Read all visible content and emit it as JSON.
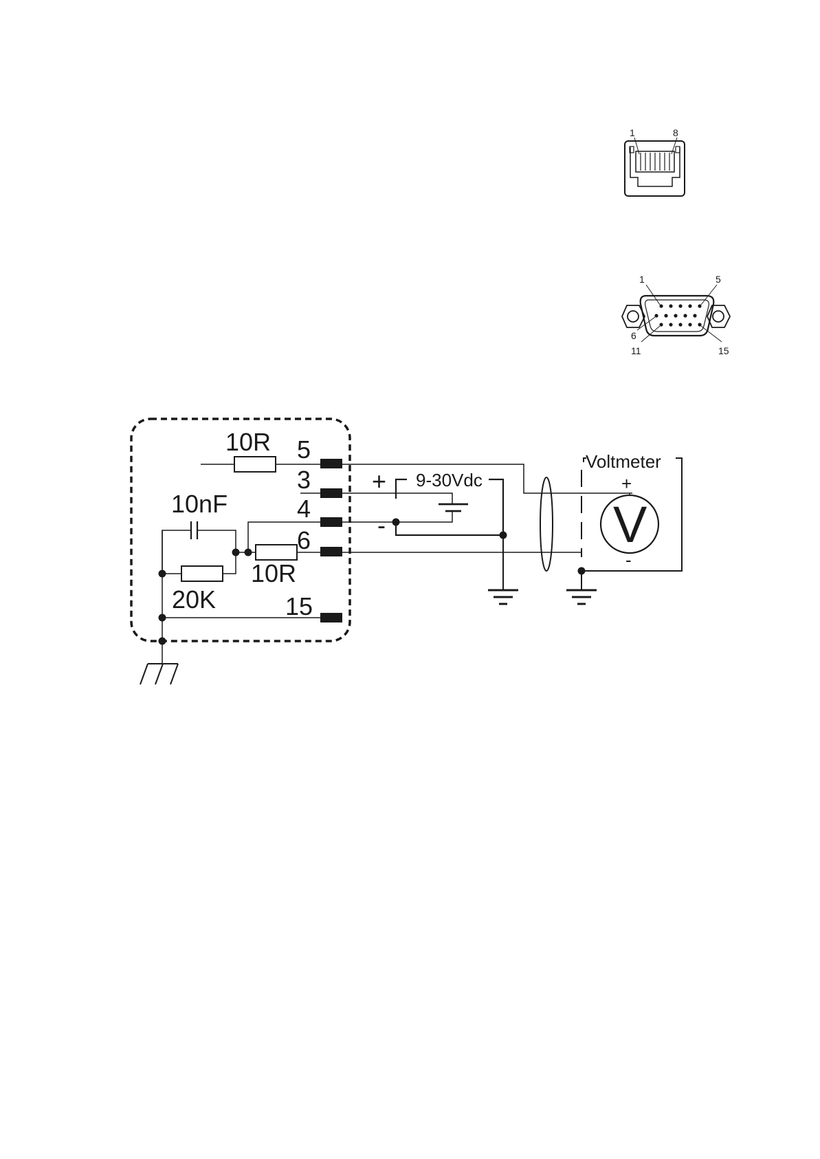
{
  "rj45": {
    "pin_first": "1",
    "pin_last": "8"
  },
  "dsub15": {
    "pin_1": "1",
    "pin_5": "5",
    "pin_6": "6",
    "pin_11": "11",
    "pin_15": "15"
  },
  "circuit": {
    "resistor_top": "10R",
    "resistor_bottom": "10R",
    "resistor_20k": "20K",
    "capacitor": "10nF",
    "pin_5": "5",
    "pin_3": "3",
    "pin_4": "4",
    "pin_6": "6",
    "pin_15": "15",
    "supply_label": "9-30Vdc",
    "supply_plus": "+",
    "supply_minus": "-",
    "voltmeter_label": "Voltmeter",
    "voltmeter_symbol": "V",
    "meter_plus": "+",
    "meter_minus": "-"
  }
}
